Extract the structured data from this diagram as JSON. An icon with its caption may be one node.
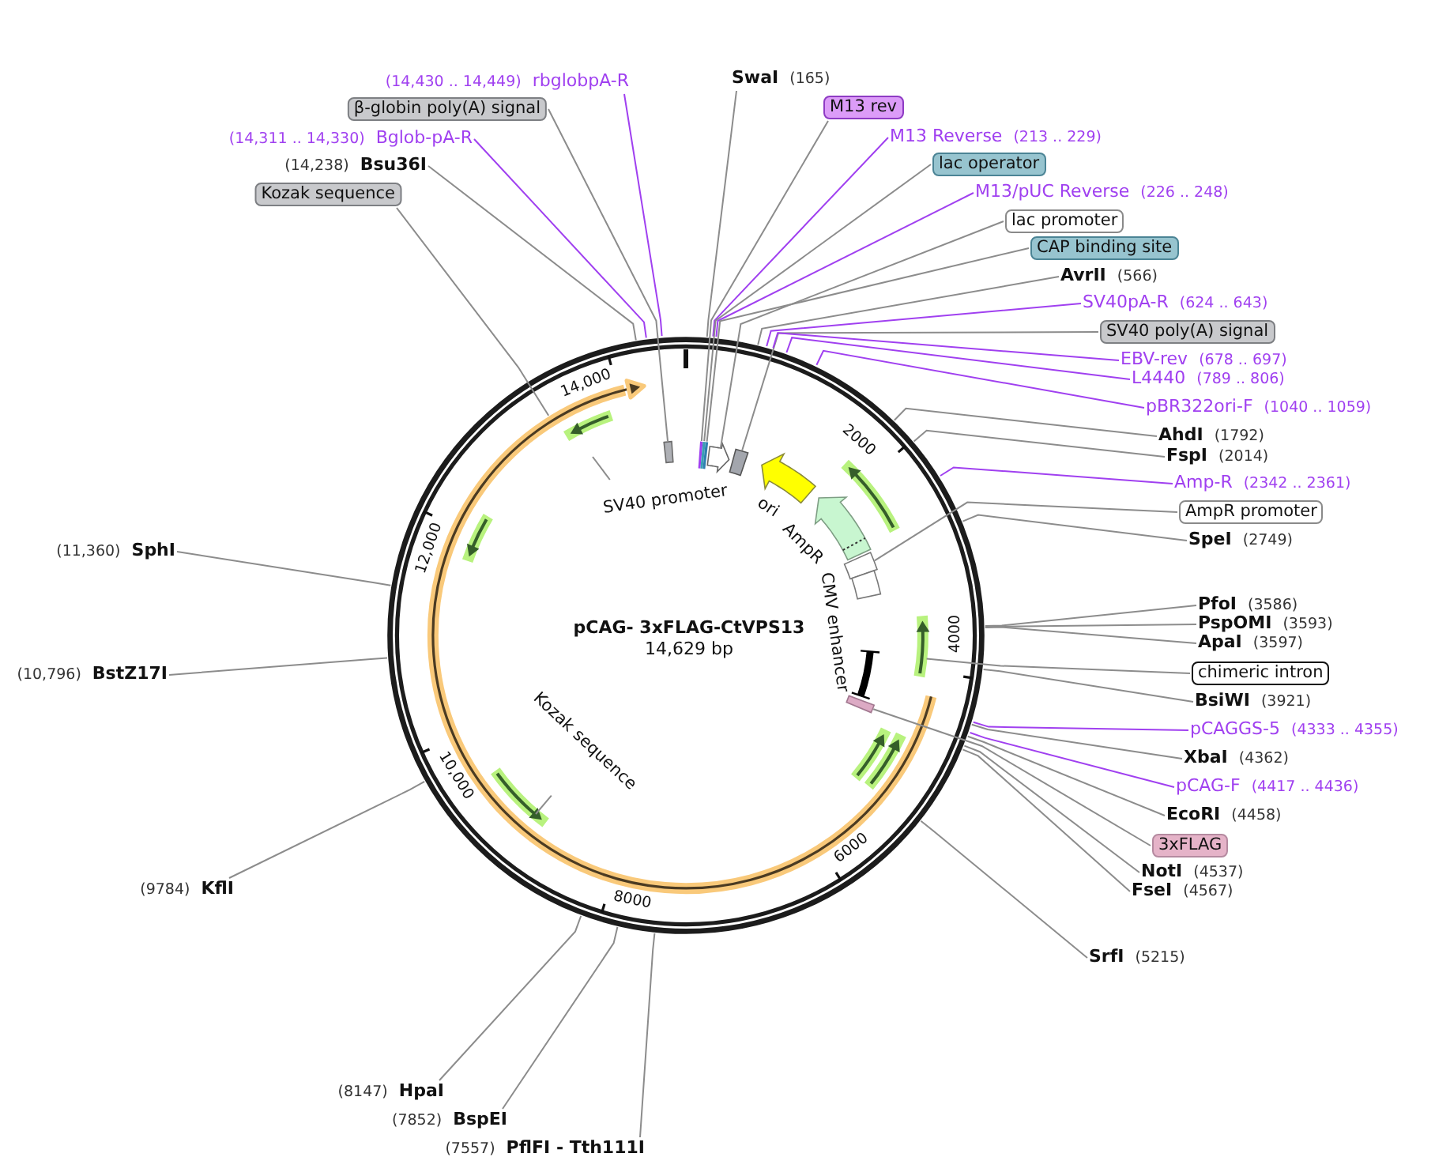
{
  "diagram": {
    "title": "pCAG- 3xFLAG-CtVPS13",
    "nodes": [
      {
        "text": [
          "(14,430 .. 14,449)",
          "rbglobpA-R"
        ]
      },
      {
        "text": [
          "SwaI",
          "(165)"
        ]
      },
      {
        "text": [
          "β-globin poly(A) signal"
        ]
      },
      {
        "text": [
          "M13 rev"
        ]
      },
      {
        "text": [
          "(14,311 .. 14,330)",
          "Bglob-pA-R"
        ]
      },
      {
        "text": [
          "M13 Reverse",
          "(213 .. 229)"
        ]
      },
      {
        "text": [
          "(14,238)",
          "Bsu36I"
        ]
      },
      {
        "text": [
          "lac operator"
        ]
      },
      {
        "text": [
          "Kozak sequence"
        ]
      },
      {
        "text": [
          "M13/pUC Reverse",
          "(226 .. 248)"
        ]
      },
      {
        "text": [
          "lac promoter"
        ]
      },
      {
        "text": [
          "CAP binding site"
        ]
      },
      {
        "text": [
          "AvrII",
          "(566)"
        ]
      },
      {
        "text": [
          "SV40pA-R",
          "(624 .. 643)"
        ]
      },
      {
        "text": [
          "SV40 poly(A) signal"
        ]
      },
      {
        "text": [
          "EBV-rev",
          "(678 .. 697)"
        ]
      },
      {
        "text": [
          "L4440",
          "(789 .. 806)"
        ]
      },
      {
        "text": [
          "pBR322ori-F",
          "(1040 .. 1059)"
        ]
      },
      {
        "text": [
          "AhdI",
          "(1792)"
        ]
      },
      {
        "text": [
          "FspI",
          "(2014)"
        ]
      },
      {
        "text": [
          "Amp-R",
          "(2342 .. 2361)"
        ]
      },
      {
        "text": [
          "SV40 promoter"
        ]
      },
      {
        "text": [
          "AmpR promoter"
        ]
      },
      {
        "text": [
          "SpeI",
          "(2749)"
        ]
      },
      {
        "text": [
          "(11,360)",
          "SphI"
        ]
      },
      {
        "text": [
          "PfoI",
          "(3586)"
        ]
      },
      {
        "text": [
          "PspOMI",
          "(3593)"
        ]
      },
      {
        "text": [
          "ApaI",
          "(3597)"
        ]
      },
      {
        "text": [
          "chimeric intron"
        ]
      },
      {
        "text": [
          "(10,796)",
          "BstZ17I"
        ]
      },
      {
        "text": [
          "BsiWI",
          "(3921)"
        ]
      },
      {
        "text": [
          "pCAGGS-5",
          "(4333 .. 4355)"
        ]
      },
      {
        "text": [
          "Kozak sequence"
        ]
      },
      {
        "text": [
          "XbaI",
          "(4362)"
        ]
      },
      {
        "text": [
          "pCAG-F",
          "(4417 .. 4436)"
        ]
      },
      {
        "text": [
          "EcoRI",
          "(4458)"
        ]
      },
      {
        "text": [
          "3xFLAG"
        ]
      },
      {
        "text": [
          "NotI",
          "(4537)"
        ]
      },
      {
        "text": [
          "(9784)",
          "KflI"
        ]
      },
      {
        "text": [
          "FseI",
          "(4567)"
        ]
      },
      {
        "text": [
          "SrfI",
          "(5215)"
        ]
      },
      {
        "text": [
          "(8147)",
          "HpaI"
        ]
      },
      {
        "text": [
          "(7852)",
          "BspEI"
        ]
      },
      {
        "text": [
          "(7557)",
          "PflFI - Tth111I"
        ]
      },
      {
        "text": [],
        "shape": "box"
      },
      {
        "text": [],
        "shape": "bar"
      },
      {
        "text": [],
        "shape": "bar"
      },
      {
        "text": [],
        "shape": "bar"
      },
      {
        "text": [],
        "shape": "pentagon"
      },
      {
        "text": [],
        "shape": "box"
      },
      {
        "text": [],
        "shape": "box"
      },
      {
        "text": [],
        "shape": "box"
      },
      {
        "text": [],
        "shape": "box"
      }
    ],
    "edges": [
      {
        "from": 0,
        "to": null,
        "arrow": "none",
        "color": "#a040f0"
      },
      {
        "from": 1,
        "to": null,
        "arrow": "none"
      },
      {
        "from": 2,
        "to": 44,
        "arrow": "none"
      },
      {
        "from": 3,
        "to": 45,
        "arrow": "none"
      },
      {
        "from": 4,
        "to": null,
        "arrow": "none",
        "color": "#a040f0"
      },
      {
        "from": 5,
        "to": null,
        "arrow": "none",
        "color": "#a040f0"
      },
      {
        "from": 6,
        "to": null,
        "arrow": "none"
      },
      {
        "from": 7,
        "to": 46,
        "arrow": "none"
      },
      {
        "from": 8,
        "to": null,
        "arrow": "none"
      },
      {
        "from": 9,
        "to": null,
        "arrow": "none",
        "color": "#a040f0"
      },
      {
        "from": 10,
        "to": 48,
        "arrow": "none"
      },
      {
        "from": 11,
        "to": 47,
        "arrow": "none"
      },
      {
        "from": 12,
        "to": null,
        "arrow": "none"
      },
      {
        "from": 13,
        "to": null,
        "arrow": "none",
        "color": "#a040f0"
      },
      {
        "from": 14,
        "to": 49,
        "arrow": "none"
      },
      {
        "from": 15,
        "to": null,
        "arrow": "none",
        "color": "#a040f0"
      },
      {
        "from": 16,
        "to": null,
        "arrow": "none",
        "color": "#a040f0"
      },
      {
        "from": 17,
        "to": null,
        "arrow": "none",
        "color": "#a040f0"
      },
      {
        "from": 18,
        "to": null,
        "arrow": "none"
      },
      {
        "from": 19,
        "to": null,
        "arrow": "none"
      },
      {
        "from": 20,
        "to": null,
        "arrow": "none",
        "color": "#a040f0"
      },
      {
        "from": 21,
        "to": null,
        "arrow": "none"
      },
      {
        "from": 22,
        "to": 50,
        "arrow": "none"
      },
      {
        "from": 23,
        "to": null,
        "arrow": "none"
      },
      {
        "from": 24,
        "to": null,
        "arrow": "none"
      },
      {
        "from": 25,
        "to": null,
        "arrow": "none"
      },
      {
        "from": 26,
        "to": null,
        "arrow": "none"
      },
      {
        "from": 27,
        "to": null,
        "arrow": "none"
      },
      {
        "from": 28,
        "to": null,
        "arrow": "none"
      },
      {
        "from": 29,
        "to": null,
        "arrow": "none"
      },
      {
        "from": 30,
        "to": null,
        "arrow": "none"
      },
      {
        "from": 31,
        "to": null,
        "arrow": "none",
        "color": "#a040f0"
      },
      {
        "from": 32,
        "to": null,
        "arrow": "none"
      },
      {
        "from": 33,
        "to": null,
        "arrow": "none"
      },
      {
        "from": 34,
        "to": null,
        "arrow": "none",
        "color": "#a040f0"
      },
      {
        "from": 35,
        "to": null,
        "arrow": "none"
      },
      {
        "from": 36,
        "to": 51,
        "arrow": "none"
      },
      {
        "from": 37,
        "to": null,
        "arrow": "none"
      },
      {
        "from": 38,
        "to": null,
        "arrow": "none"
      },
      {
        "from": 39,
        "to": null,
        "arrow": "none"
      },
      {
        "from": 40,
        "to": null,
        "arrow": "none"
      },
      {
        "from": 41,
        "to": null,
        "arrow": "none"
      },
      {
        "from": 42,
        "to": null,
        "arrow": "none"
      },
      {
        "from": 43,
        "to": null,
        "arrow": "none"
      }
    ],
    "labels": [
      "14,000",
      "2000",
      "ori",
      "AmpR",
      "12,000",
      "14,629 bp",
      "CMV enhancer",
      "4000",
      "10,000",
      "6000",
      "8000"
    ]
  }
}
